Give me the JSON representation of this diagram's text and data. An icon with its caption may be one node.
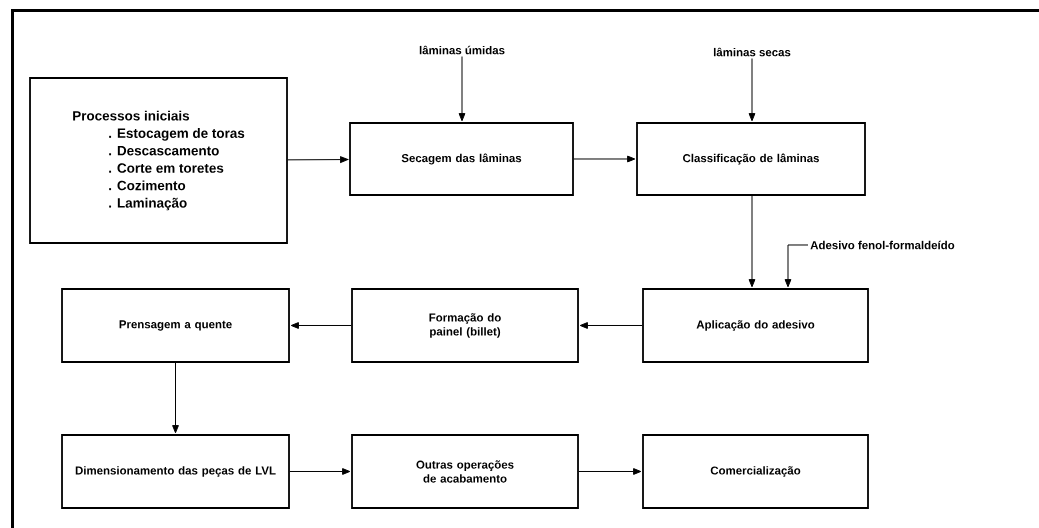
{
  "diagram": {
    "nodes": [
      {
        "text": [
          "Processos iniciais",
          ". Estocagem de toras",
          ". Descascamento",
          ". Corte em toretes",
          ". Cozimento",
          ". Laminação"
        ]
      },
      {
        "text": [
          "lâminas úmidas"
        ]
      },
      {
        "text": [
          "Secagem das lâminas"
        ]
      },
      {
        "text": [
          "lâminas secas"
        ]
      },
      {
        "text": [
          "Classificação de lâminas"
        ]
      },
      {
        "text": [
          "Adesivo fenol-formaldeído"
        ]
      },
      {
        "text": [
          "Aplicação do adesivo"
        ]
      },
      {
        "text": [
          "Formação do painel (billet)"
        ]
      },
      {
        "text": [
          "Prensagem a quente"
        ]
      },
      {
        "text": [
          "Dimensionamento das peças de LVL"
        ]
      },
      {
        "text": [
          "Outras operações de acabamento"
        ]
      },
      {
        "text": [
          "Comercialização"
        ]
      }
    ],
    "edges": [
      {
        "from": 0,
        "to": 2,
        "arrow": "to"
      },
      {
        "from": 1,
        "to": 2,
        "arrow": "to"
      },
      {
        "from": 2,
        "to": 4,
        "arrow": "to"
      },
      {
        "from": 3,
        "to": 4,
        "arrow": "to"
      },
      {
        "from": 4,
        "to": 6,
        "arrow": "to"
      },
      {
        "from": 5,
        "to": 6,
        "arrow": "to"
      },
      {
        "from": 6,
        "to": 7,
        "arrow": "to"
      },
      {
        "from": 7,
        "to": 8,
        "arrow": "to"
      },
      {
        "from": 8,
        "to": 9,
        "arrow": "to"
      },
      {
        "from": 9,
        "to": 10,
        "arrow": "to"
      },
      {
        "from": 10,
        "to": 11,
        "arrow": "to"
      }
    ]
  }
}
